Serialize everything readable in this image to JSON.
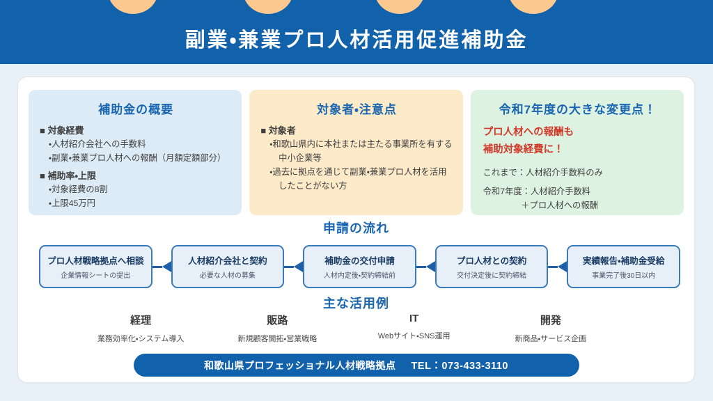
{
  "header": {
    "title": "副業・兼業プロ人材活用促進補助金",
    "decoration_circle_count": 4
  },
  "overview_box": {
    "title": "補助金の概要",
    "sections": [
      {
        "heading": "■ 対象経費",
        "bullets": [
          "・人材紹介会社への手数料",
          "・副業・兼業プロ人材への報酬（月額定額部分）"
        ]
      },
      {
        "heading": "■ 補助率・上限",
        "bullets": [
          "・対象経費の8割",
          "・上限45万円"
        ]
      }
    ]
  },
  "target_box": {
    "title": "対象者・注意点",
    "sections": [
      {
        "heading": "■ 対象者",
        "bullets": [
          "・和歌山県内に本社または主たる事業所を有する中小企業等",
          "・過去に拠点を通じて副業・兼業プロ人材を活用したことがない方"
        ]
      }
    ]
  },
  "changes_box": {
    "title": "令和7年度の大きな変更点！",
    "highlight_line1": "プロ人材への報酬も",
    "highlight_line2": "補助対象経費に！",
    "before_line": "これまで：人材紹介手数料のみ",
    "after_line1": "令和7年度：人材紹介手数料",
    "after_line2": "＋プロ人材への報酬"
  },
  "flow": {
    "title": "申請の流れ",
    "steps": [
      {
        "main": "プロ人材戦略拠点へ相談",
        "sub": "企業情報シートの提出"
      },
      {
        "main": "人材紹介会社と契約",
        "sub": "必要な人材の募集"
      },
      {
        "main": "補助金の交付申請",
        "sub": "人材内定後・契約締結前"
      },
      {
        "main": "プロ人材との契約",
        "sub": "交付決定後に契約締結"
      },
      {
        "main": "実績報告・補助金受給",
        "sub": "事業完了後30日以内"
      }
    ]
  },
  "examples": {
    "title": "主な活用例",
    "items": [
      {
        "label": "経理",
        "desc": "業務効率化・システム導入"
      },
      {
        "label": "販路",
        "desc": "新規顧客開拓・営業戦略"
      },
      {
        "label": "IT",
        "desc": "Webサイト・SNS運用"
      },
      {
        "label": "開発",
        "desc": "新商品・サービス企画"
      }
    ]
  },
  "footer": {
    "org": "和歌山県プロフェッショナル人材戦略拠点",
    "tel": "TEL：073-433-3110"
  },
  "colors": {
    "brand-blue": "#1261ab",
    "heading-blue": "#1a66b0",
    "accent-red": "#d03a2a",
    "circle-orange": "#fbc88f",
    "page-bg": "#e9f1f8",
    "overview-bg": "#dcebf5",
    "target-bg": "#fdeac8",
    "changes-bg": "#def2e2",
    "flow-box-bg": "#e7f0f9",
    "flow-border": "#3c7ab8",
    "text-dark": "#3f3f3f",
    "flow-main-text": "#1b3c63",
    "flow-sub-text": "#4b5866"
  }
}
